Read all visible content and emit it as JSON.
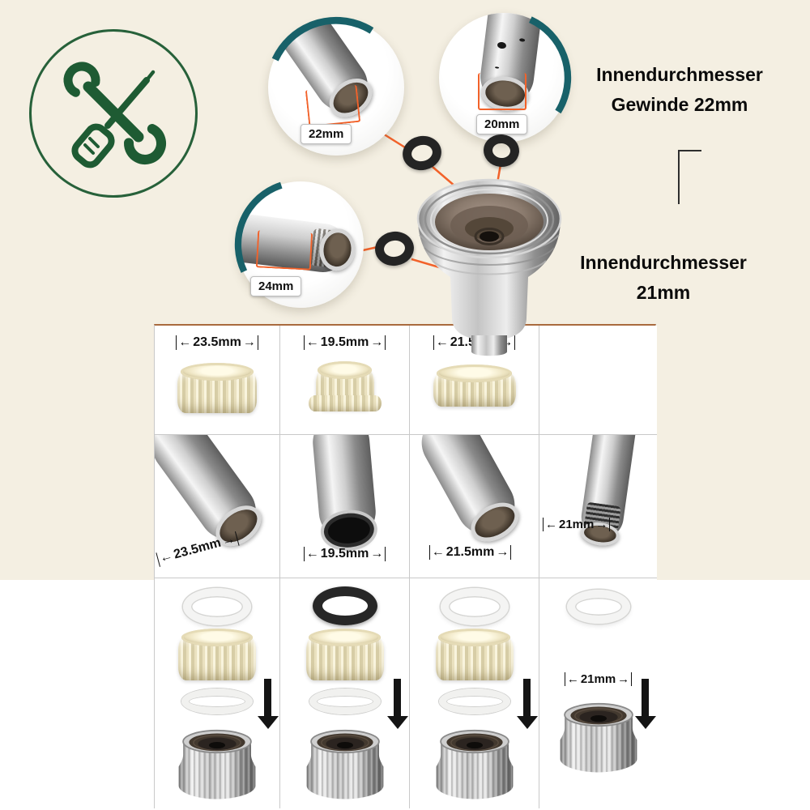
{
  "colors": {
    "background_top": "#f4efe2",
    "background_bottom": "#ffffff",
    "accent_orange": "#f2622a",
    "accent_teal": "#186169",
    "icon_green": "#1e5b33",
    "table_border": "#c9c9c9"
  },
  "tools_badge": {
    "icon": "wrench-and-screwdriver"
  },
  "callouts": [
    {
      "label": "22mm"
    },
    {
      "label": "20mm"
    },
    {
      "label": "24mm"
    }
  ],
  "annotations": {
    "top": {
      "line1": "Innendurchmesser",
      "line2": "Gewinde 22mm"
    },
    "bottom": {
      "line1": "Innendurchmesser",
      "line2": "21mm"
    }
  },
  "table": {
    "columns": [
      {
        "adapter_label": "23.5mm",
        "faucet_label": "23.5mm",
        "washer": "white"
      },
      {
        "adapter_label": "19.5mm",
        "faucet_label": "19.5mm",
        "washer": "black"
      },
      {
        "adapter_label": "21.5mm",
        "faucet_label": "21.5mm",
        "washer": "white"
      },
      {
        "adapter_label": "",
        "faucet_label": "21mm",
        "washer": "white",
        "connector_label": "21mm"
      }
    ]
  }
}
